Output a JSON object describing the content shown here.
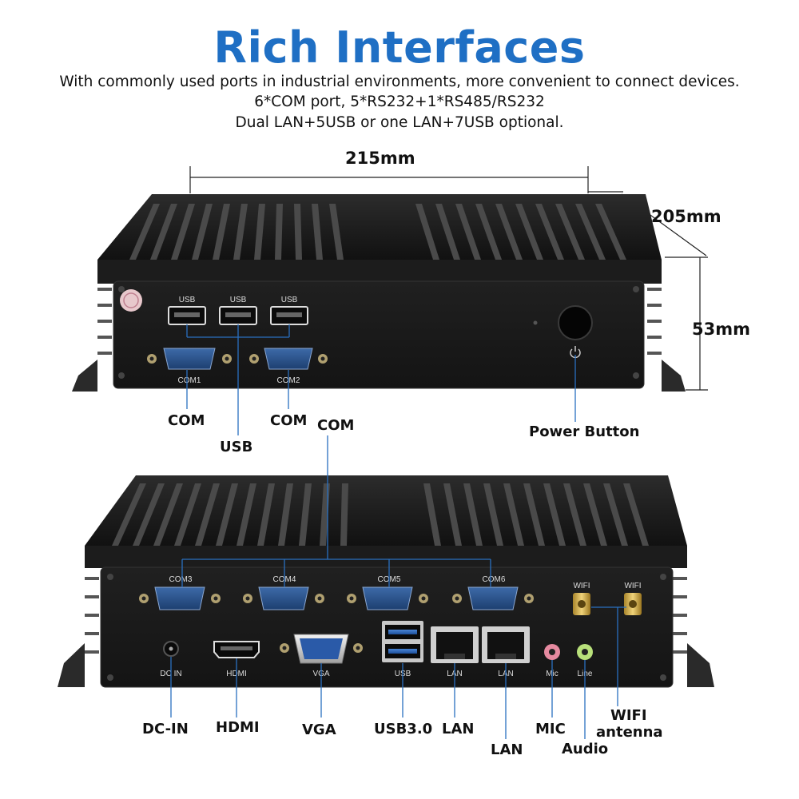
{
  "header": {
    "title": "Rich Interfaces",
    "line1": "With commonly used ports in industrial environments, more convenient to connect devices.",
    "line2": "6*COM port, 5*RS232+1*RS485/RS232",
    "line3": "Dual LAN+5USB or one LAN+7USB optional."
  },
  "dimensions": {
    "width": "215mm",
    "depth": "205mm",
    "height": "53mm"
  },
  "front_panel": {
    "port_labels": {
      "usb1": "USB",
      "usb2": "USB",
      "usb3": "USB",
      "com1": "COM1",
      "com2": "COM2"
    },
    "callouts": {
      "com_left": "COM",
      "usb": "USB",
      "com_right": "COM",
      "com_rear": "COM",
      "power": "Power Button"
    }
  },
  "rear_panel": {
    "port_labels": {
      "com3": "COM3",
      "com4": "COM4",
      "com5": "COM5",
      "com6": "COM6",
      "wifi1": "WIFI",
      "wifi2": "WIFI",
      "dcin": "DC IN",
      "hdmi": "HDMI",
      "vga": "VGA",
      "usb": "USB",
      "lan1": "LAN",
      "lan2": "LAN",
      "mic": "Mic",
      "line": "Line"
    },
    "callouts": {
      "dcin": "DC-IN",
      "hdmi": "HDMI",
      "vga": "VGA",
      "usb30": "USB3.0",
      "lan1": "LAN",
      "lan2": "LAN",
      "mic": "MIC",
      "audio": "Audio",
      "wifi_line1": "WIFI",
      "wifi_line2": "antenna"
    }
  },
  "colors": {
    "title": "#1f6fc4",
    "callout_line": "#2a6fc0",
    "chassis": "#1a1a1a",
    "db9": "#2a5590"
  }
}
